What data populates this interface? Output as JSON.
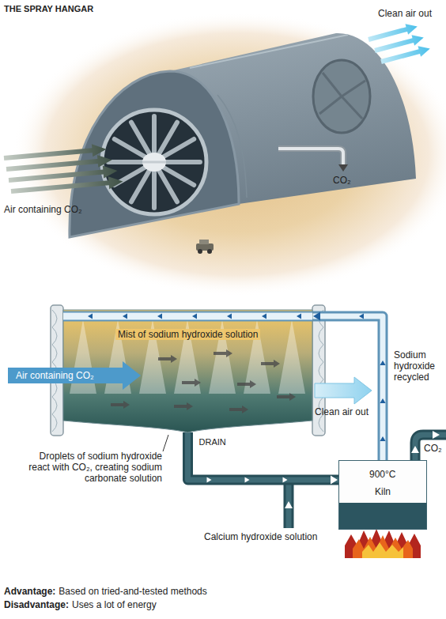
{
  "diagram": {
    "title": "THE SPRAY HANGAR",
    "nodes": [
      {
        "text": [
          "Mist of sodium hydroxide solution"
        ]
      },
      {
        "text": [
          "900°C",
          "Kiln"
        ]
      }
    ],
    "edges": [
      {
        "from": 0,
        "to": 1,
        "label": "DRAIN",
        "arrow": "to"
      },
      {
        "from": 1,
        "to": 0,
        "label": "Sodium hydroxide recycled",
        "arrow": "to"
      }
    ],
    "labels": [
      "Clean air out",
      "Air containing CO₂",
      "CO₂",
      "Air containing CO₂",
      "Clean air out",
      "Droplets of sodium hydroxide react with CO₂, creating sodium carbonate solution",
      "Calcium hydroxide solution",
      "CO₂",
      "Advantage:",
      "Based on tried-and-tested methods",
      "Disadvantage:",
      "Uses a lot of energy"
    ]
  }
}
